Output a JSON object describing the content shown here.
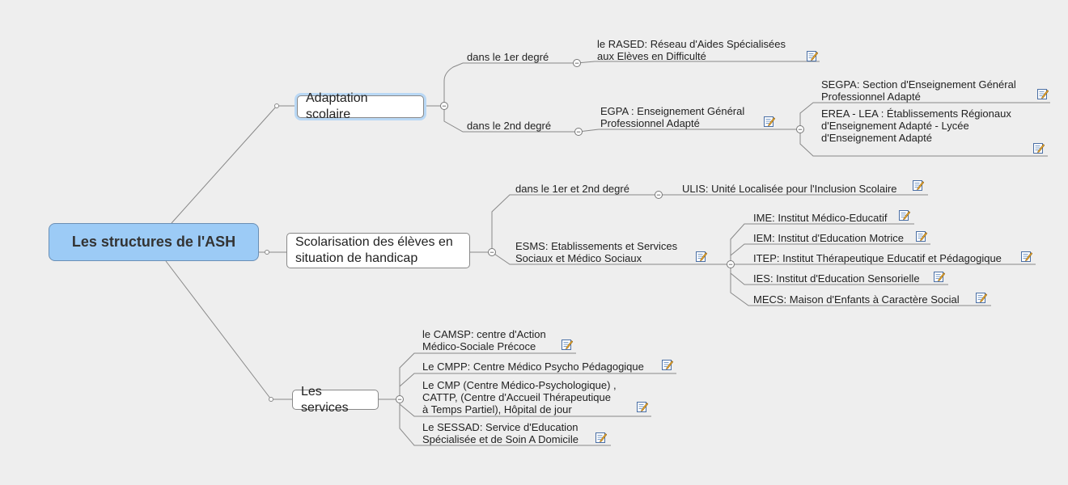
{
  "central": "Les structures de l'ASH",
  "adaptation": {
    "label": "Adaptation scolaire",
    "b1": "dans le 1er degré",
    "rased": [
      "le RASED: Réseau d'Aides Spécialisées",
      "aux Elèves en Difficulté"
    ],
    "b2": "dans le 2nd degré",
    "egpa": [
      "EGPA : Enseignement Général",
      "Professionnel Adapté"
    ],
    "segpa": [
      "SEGPA: Section d'Enseignement Général",
      "Professionnel Adapté"
    ],
    "erea": [
      "EREA - LEA : Établissements Régionaux",
      "d'Enseignement Adapté - Lycée",
      "d'Enseignement Adapté"
    ]
  },
  "scolarisation": {
    "label": [
      "Scolarisation des élèves en",
      "situation de handicap"
    ],
    "b1": "dans le 1er et 2nd degré",
    "ulis": "ULIS: Unité Localisée pour l'Inclusion Scolaire",
    "esms": [
      "ESMS: Etablissements et Services",
      "Sociaux et Médico Sociaux"
    ],
    "items": [
      "IME: Institut Médico-Educatif",
      "IEM: Institut d'Education Motrice",
      "ITEP: Institut Thérapeutique Educatif et Pédagogique",
      "IES: Institut d'Education Sensorielle",
      "MECS: Maison d'Enfants à Caractère Social"
    ]
  },
  "services": {
    "label": "Les services",
    "camsp": [
      "le CAMSP: centre d'Action",
      "Médico-Sociale Précoce"
    ],
    "cmpp": "Le CMPP: Centre Médico Psycho Pédagogique",
    "cmp": [
      "Le CMP (Centre Médico-Psychologique) ,",
      "CATTP, (Centre d'Accueil Thérapeutique",
      "à Temps Partiel), Hôpital de jour"
    ],
    "sessad": [
      "Le SESSAD: Service d'Education",
      "Spécialisée et de Soin A Domicile"
    ]
  },
  "colors": {
    "central": "#9ccbf6",
    "line": "#888888",
    "background": "#eeeeee"
  }
}
